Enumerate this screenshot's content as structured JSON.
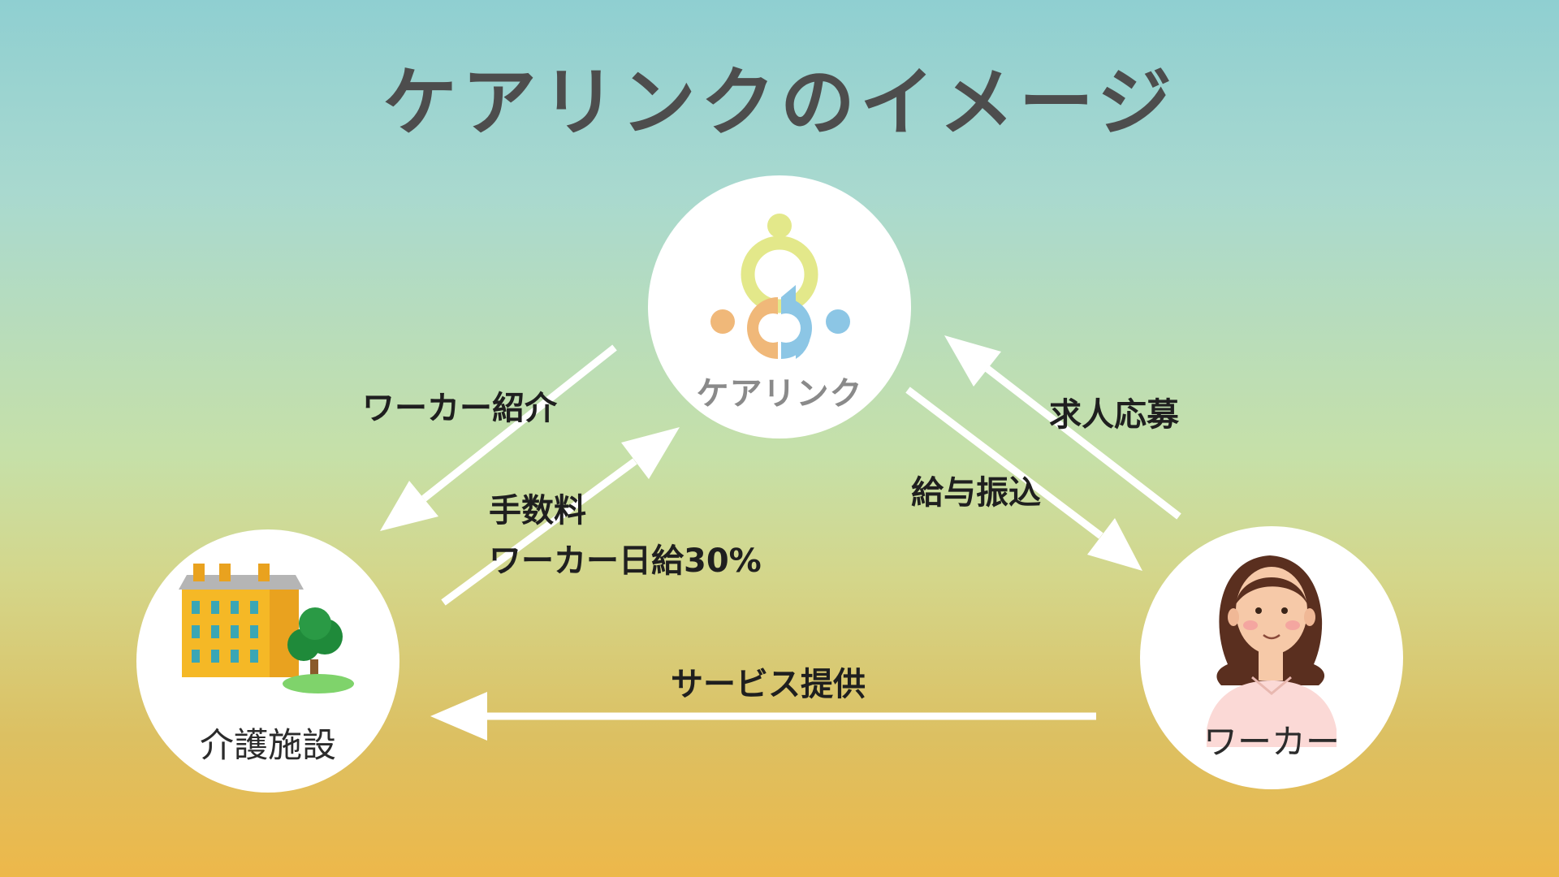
{
  "title": "ケアリンクのイメージ",
  "nodes": {
    "carelink": {
      "label": "ケアリンク",
      "icon": "carelink-logo"
    },
    "facility": {
      "label": "介護施設",
      "icon": "building-icon"
    },
    "worker": {
      "label": "ワーカー",
      "icon": "woman-avatar-icon"
    }
  },
  "edges": {
    "worker_introduction": "ワーカー紹介",
    "fee_line1": "手数料",
    "fee_line2": "ワーカー日給30%",
    "job_application": "求人応募",
    "salary_transfer": "給与振込",
    "service_provision": "サービス提供"
  },
  "colors": {
    "title": "#4d4d4d",
    "arrow": "#ffffff",
    "logo_yellow": "#e3e88a",
    "logo_orange": "#f0b879",
    "logo_blue": "#8cc6e5"
  }
}
